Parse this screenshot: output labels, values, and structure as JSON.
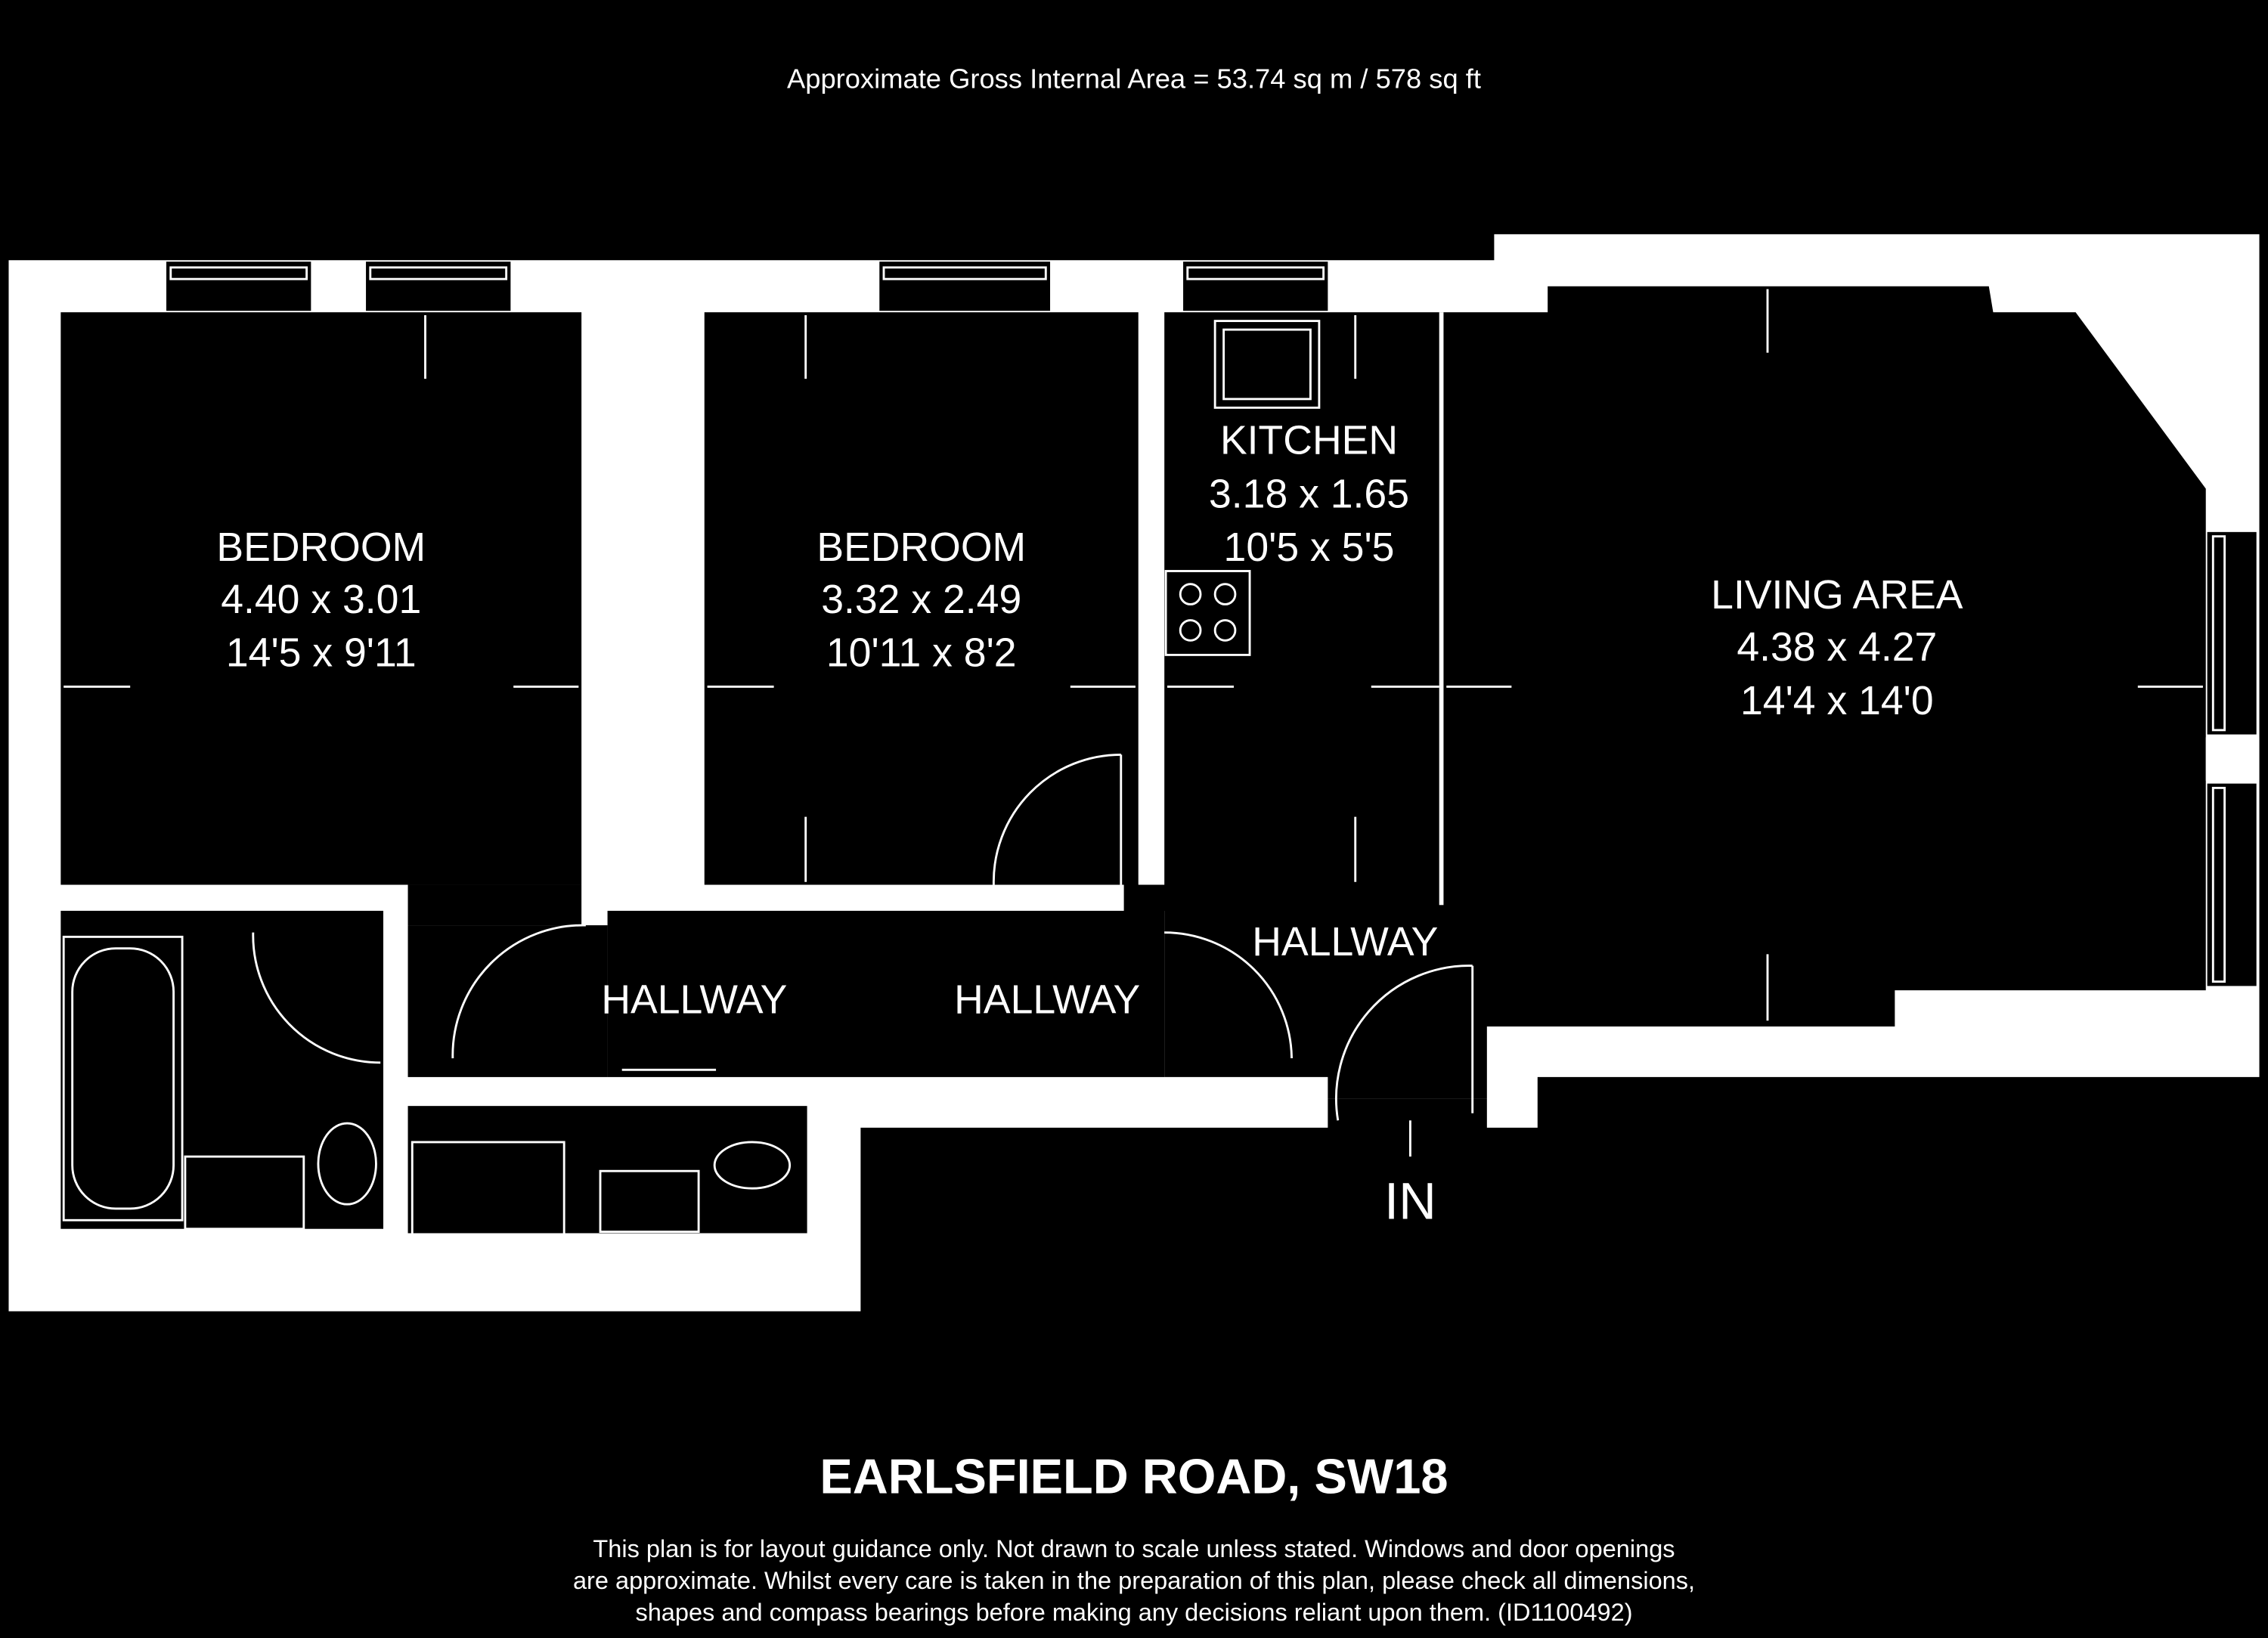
{
  "header": {
    "area": "Approximate Gross Internal Area = 53.74 sq m / 578 sq ft"
  },
  "rooms": {
    "bedroom1": {
      "name": "BEDROOM",
      "metric": "4.40 x 3.01",
      "imperial": "14'5 x 9'11"
    },
    "bedroom2": {
      "name": "BEDROOM",
      "metric": "3.32 x 2.49",
      "imperial": "10'11 x 8'2"
    },
    "kitchen": {
      "name": "KITCHEN",
      "metric": "3.18 x 1.65",
      "imperial": "10'5 x 5'5"
    },
    "living": {
      "name": "LIVING AREA",
      "metric": "4.38 x 4.27",
      "imperial": "14'4 x 14'0"
    },
    "hallway1": {
      "name": "HALLWAY"
    },
    "hallway2": {
      "name": "HALLWAY"
    },
    "hallway3": {
      "name": "HALLWAY"
    }
  },
  "entrance": {
    "label": "IN"
  },
  "footer": {
    "title": "EARLSFIELD ROAD, SW18",
    "disclaimer": [
      "This plan is for layout guidance only. Not drawn to scale unless stated. Windows and door openings",
      "are approximate. Whilst every care is taken in the preparation of this plan, please check all dimensions,",
      "shapes and compass bearings before making any decisions reliant upon them. (ID1100492)"
    ]
  }
}
